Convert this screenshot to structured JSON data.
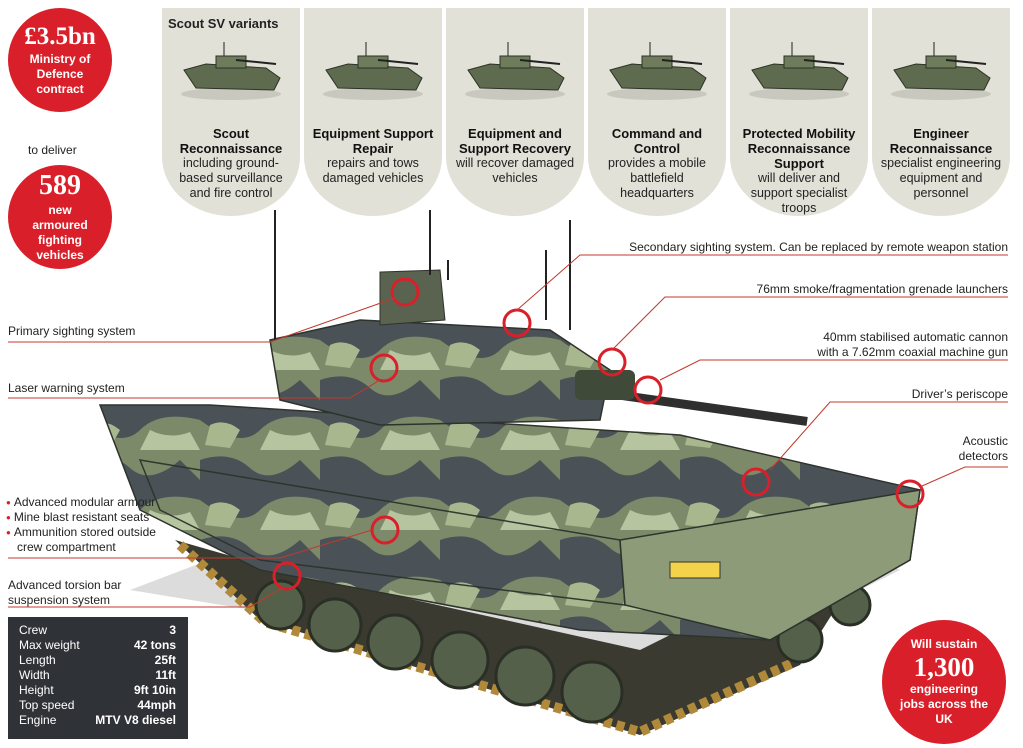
{
  "contract": {
    "amount": "£3.5bn",
    "text": "Ministry of Defence contract"
  },
  "to_deliver": "to deliver",
  "vehicles": {
    "count": "589",
    "text": "new armoured fighting vehicles"
  },
  "variants_title": "Scout SV variants",
  "variants": [
    {
      "name": "Scout Reconnaissance",
      "desc": "including ground-based surveillance and fire control"
    },
    {
      "name": "Equipment Support Repair",
      "desc": "repairs and tows damaged vehicles"
    },
    {
      "name": "Equipment and Support Recovery",
      "desc": "will recover damaged vehicles"
    },
    {
      "name": "Command and Control",
      "desc": "provides a mobile battlefield headquarters"
    },
    {
      "name": "Protected Mobility Reconnaissance Support",
      "desc": "will deliver and support specialist troops"
    },
    {
      "name": "Engineer Reconnaissance",
      "desc": "specialist engineering equipment and personnel"
    }
  ],
  "callouts": {
    "secondary": "Secondary sighting system. Can be replaced by remote weapon station",
    "grenade": "76mm smoke/fragmentation grenade launchers",
    "cannon_1": "40mm stabilised automatic cannon",
    "cannon_2": "with a 7.62mm coaxial machine gun",
    "driver": "Driver’s periscope",
    "acoustic_1": "Acoustic",
    "acoustic_2": "detectors",
    "primary": "Primary sighting system",
    "laser": "Laser warning system",
    "armour_list": [
      "Advanced modular armour",
      "Mine blast resistant seats",
      "Ammunition stored outside",
      "crew compartment"
    ],
    "torsion_1": "Advanced torsion bar",
    "torsion_2": "suspension system"
  },
  "specs": [
    {
      "label": "Crew",
      "value": "3"
    },
    {
      "label": "Max weight",
      "value": "42 tons"
    },
    {
      "label": "Length",
      "value": "25ft"
    },
    {
      "label": "Width",
      "value": "11ft"
    },
    {
      "label": "Height",
      "value": "9ft 10in"
    },
    {
      "label": "Top speed",
      "value": "44mph"
    },
    {
      "label": "Engine",
      "value": "MTV V8 diesel"
    }
  ],
  "jobs": {
    "pre": "Will sustain",
    "count": "1,300",
    "post": "engineering jobs across the UK"
  },
  "colors": {
    "red": "#d9202a",
    "panel": "#e1e1d7",
    "spec_bg": "#2f3338",
    "leader": "#c0392b"
  }
}
